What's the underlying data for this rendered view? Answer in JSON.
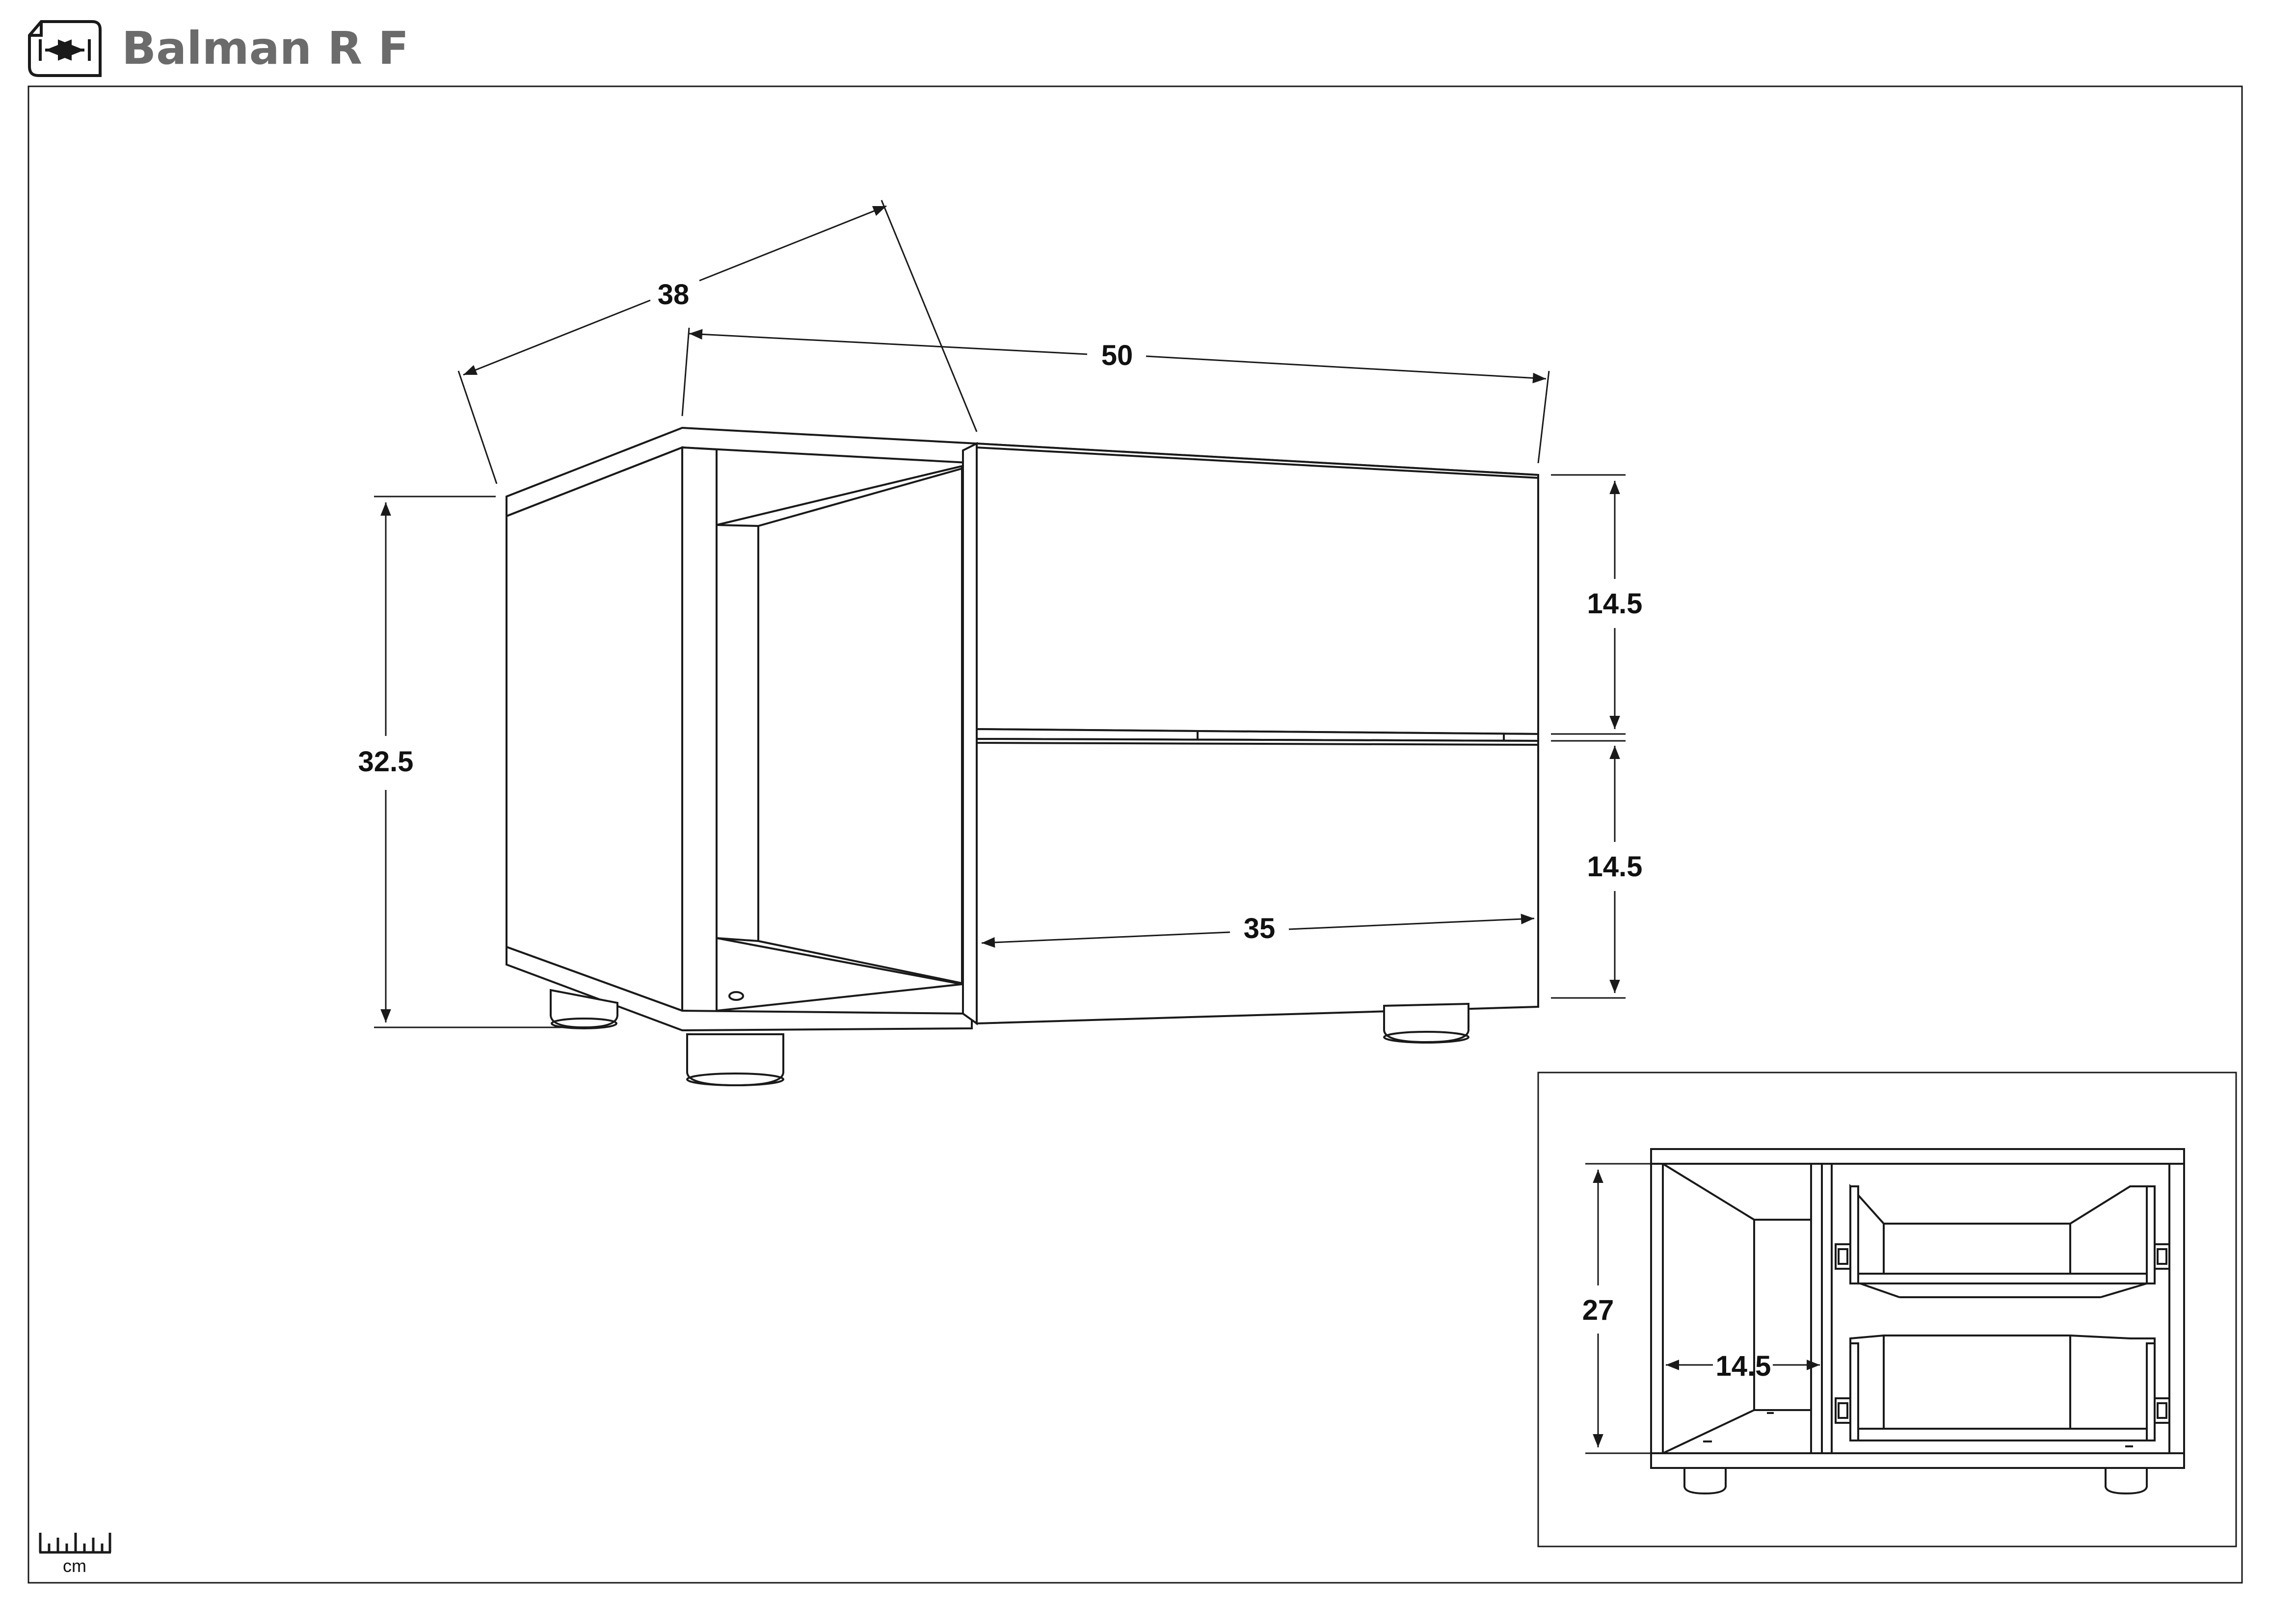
{
  "header": {
    "title": "Balman R F",
    "icon": "dimension-sheet-icon"
  },
  "main_view": {
    "width_label": "50",
    "depth_label": "38",
    "height_label": "32.5",
    "drawer_top_height_label": "14.5",
    "drawer_bottom_height_label": "14.5",
    "drawer_width_label": "35"
  },
  "inset_view": {
    "inner_height_label": "27",
    "inner_width_label": "14.5"
  },
  "scale": {
    "unit_label": "cm",
    "icon": "ruler-icon"
  },
  "colors": {
    "title": "#6b6b6b",
    "line": "#1a1a1a"
  }
}
